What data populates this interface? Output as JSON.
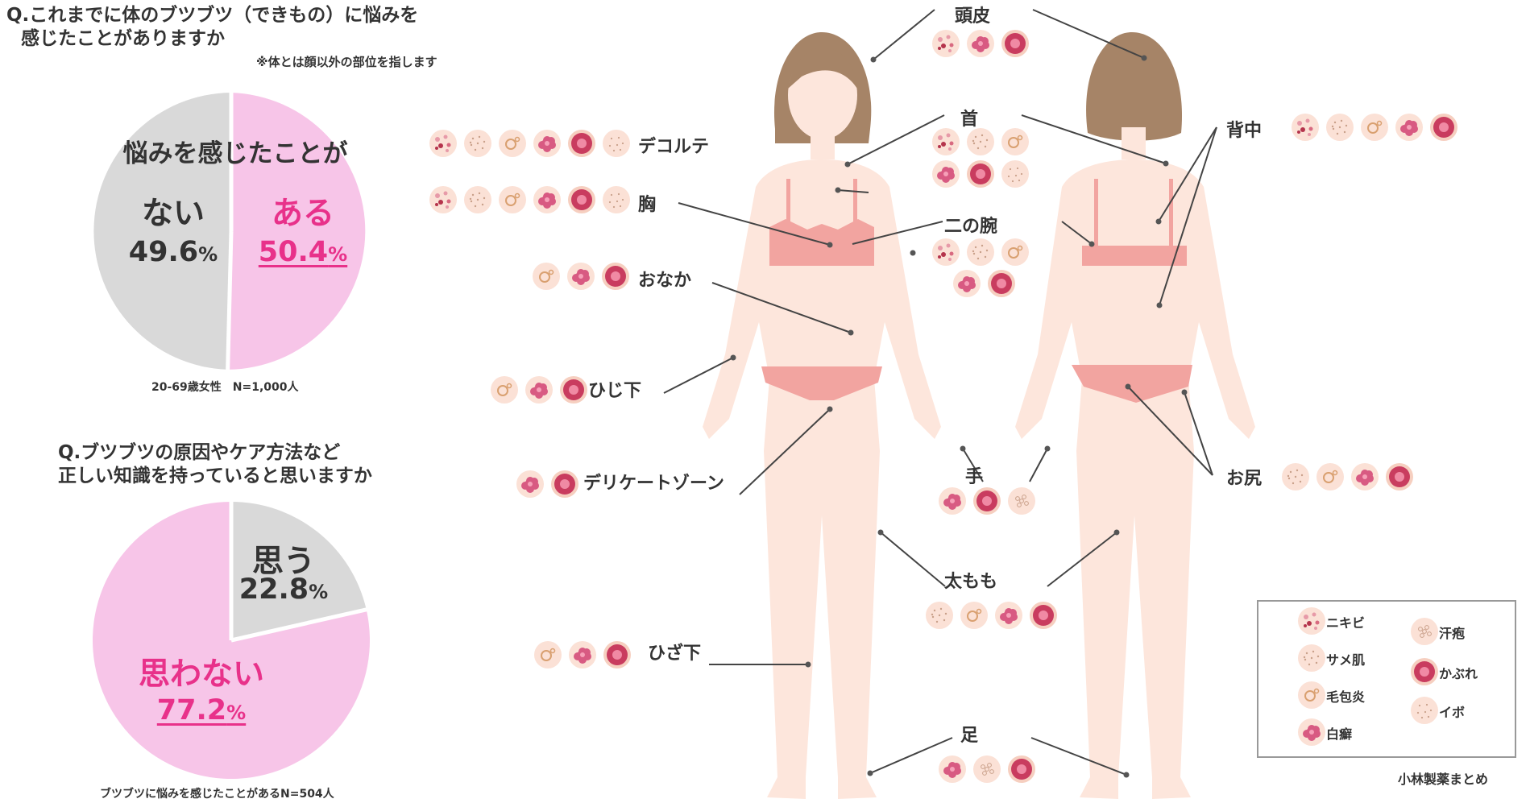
{
  "q1": {
    "line1": "Q.これまでに体のブツブツ（できもの）に悩みを",
    "line2": "感じたことがありますか",
    "note": "※体とは顔以外の部位を指します"
  },
  "q2": {
    "line1": "Q.ブツブツの原因やケア方法など",
    "line2": "正しい知識を持っていると思いますか"
  },
  "pie1": {
    "center_title": "悩みを感じたことが",
    "footer": "20-69歳女性　N=1,000人"
  },
  "pie2": {
    "footer": "ブツブツに悩みを感じたことがあるN=504人"
  },
  "chart_data": [
    {
      "type": "pie",
      "title": "悩みを感じたことが",
      "slices": [
        {
          "label": "ある",
          "value": 50.4,
          "unit": "%",
          "color": "#f7c5e8"
        },
        {
          "label": "ない",
          "value": 49.6,
          "unit": "%",
          "color": "#d9d9d9"
        }
      ]
    },
    {
      "type": "pie",
      "slices": [
        {
          "label": "思う",
          "value": 22.8,
          "unit": "%",
          "color": "#d9d9d9"
        },
        {
          "label": "思わない",
          "value": 77.2,
          "unit": "%",
          "color": "#f7c5e8"
        }
      ]
    }
  ],
  "parts": [
    {
      "label": "頭皮",
      "types": [
        "nikibi",
        "hakusen",
        "kabure"
      ]
    },
    {
      "label": "首",
      "types": [
        "nikibi",
        "same",
        "moho",
        "hakusen",
        "kabure",
        "ibo"
      ]
    },
    {
      "label": "二の腕",
      "types": [
        "nikibi",
        "same",
        "moho",
        "hakusen",
        "kabure"
      ]
    },
    {
      "label": "デコルテ",
      "types": [
        "nikibi",
        "same",
        "moho",
        "hakusen",
        "kabure",
        "ibo"
      ]
    },
    {
      "label": "胸",
      "types": [
        "nikibi",
        "same",
        "moho",
        "hakusen",
        "kabure",
        "ibo"
      ]
    },
    {
      "label": "おなか",
      "types": [
        "moho",
        "hakusen",
        "kabure"
      ]
    },
    {
      "label": "ひじ下",
      "types": [
        "moho",
        "hakusen",
        "kabure"
      ]
    },
    {
      "label": "デリケートゾーン",
      "types": [
        "hakusen",
        "kabure"
      ]
    },
    {
      "label": "手",
      "types": [
        "hakusen",
        "kabure",
        "asemo"
      ]
    },
    {
      "label": "太もも",
      "types": [
        "same",
        "moho",
        "hakusen",
        "kabure"
      ]
    },
    {
      "label": "ひざ下",
      "types": [
        "moho",
        "hakusen",
        "kabure"
      ]
    },
    {
      "label": "足",
      "types": [
        "hakusen",
        "asemo",
        "kabure"
      ]
    },
    {
      "label": "背中",
      "types": [
        "nikibi",
        "same",
        "moho",
        "hakusen",
        "kabure"
      ]
    },
    {
      "label": "お尻",
      "types": [
        "same",
        "moho",
        "hakusen",
        "kabure"
      ]
    }
  ],
  "legend": {
    "nikibi": "ニキビ",
    "same": "サメ肌",
    "moho": "毛包炎",
    "hakusen": "白癬",
    "asemo": "汗疱",
    "kabure": "かぶれ",
    "ibo": "イボ"
  },
  "credit": "小林製薬まとめ",
  "colors": {
    "pink": "#f7c5e8",
    "gray": "#d9d9d9",
    "accent": "#e8318a",
    "skin": "#fde6dc",
    "garment": "#f2a4a0",
    "hair": "#a68467"
  }
}
